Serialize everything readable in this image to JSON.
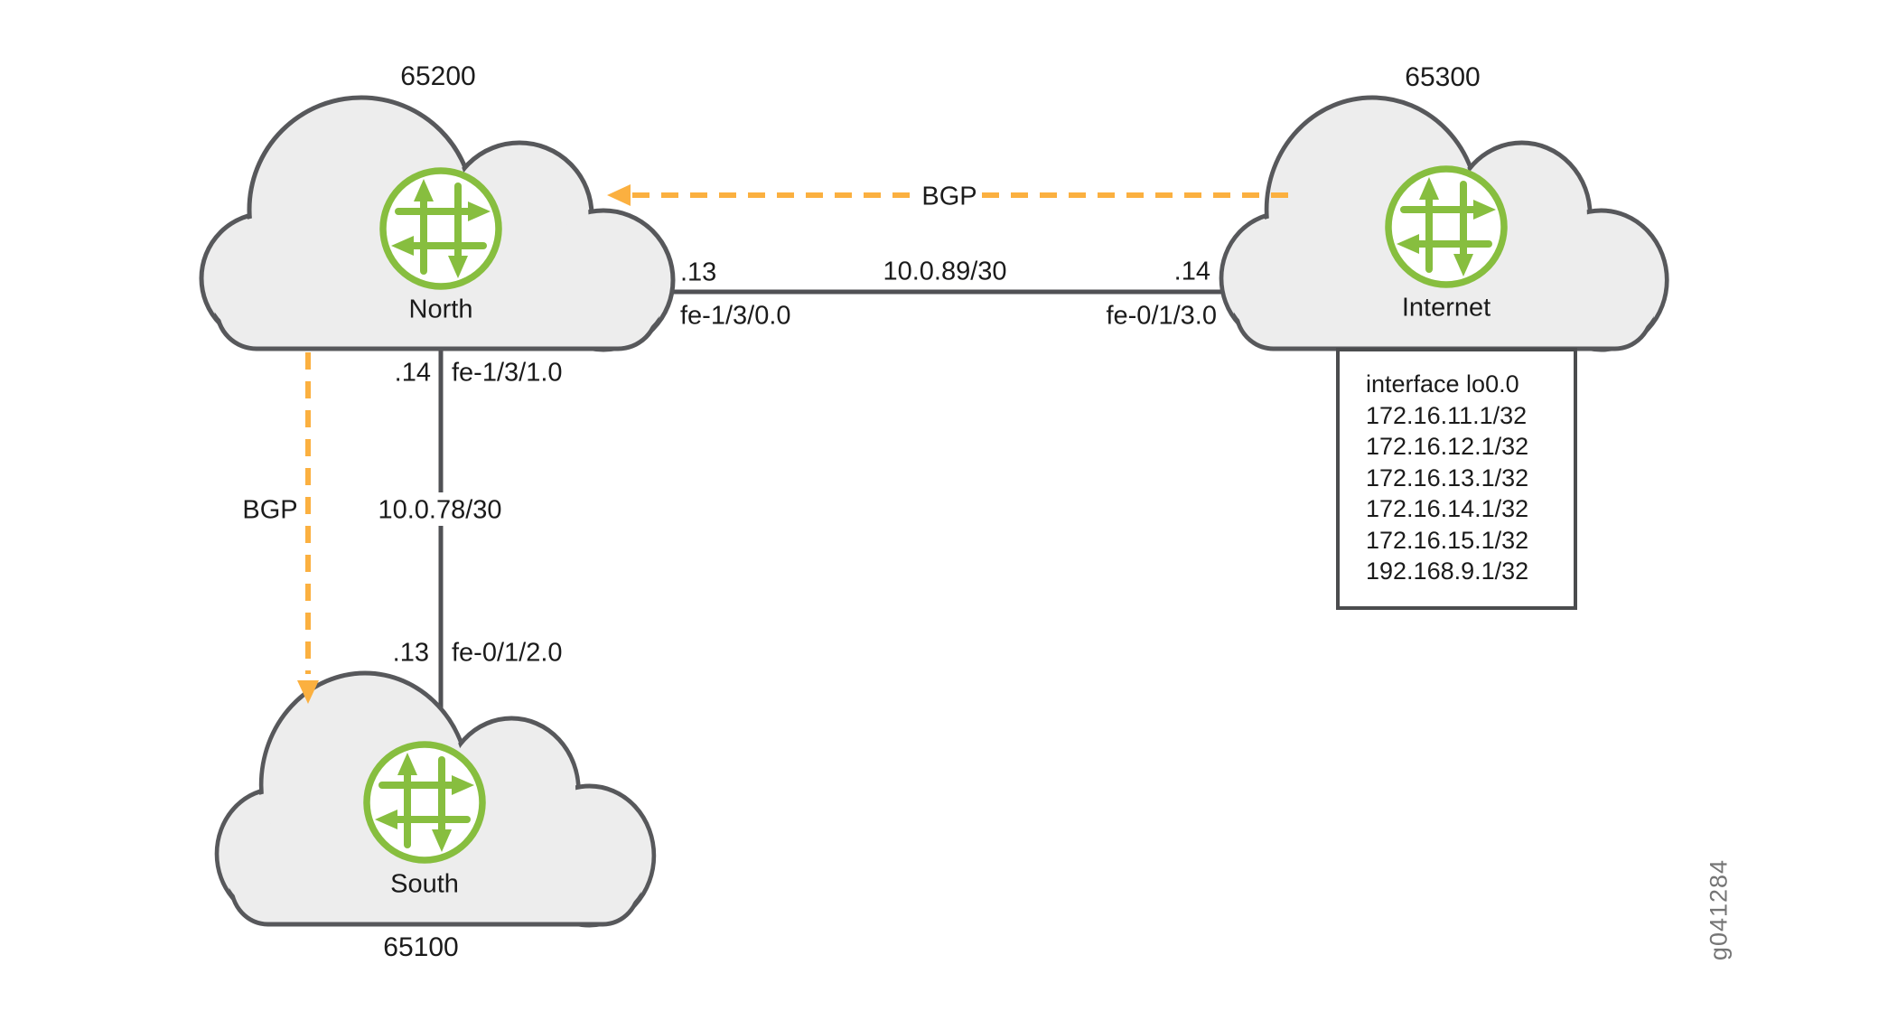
{
  "clouds": [
    {
      "name": "North",
      "as_number": "65200",
      "icon": "juniper-router-icon"
    },
    {
      "name": "Internet",
      "as_number": "65300",
      "icon": "juniper-router-icon"
    },
    {
      "name": "South",
      "as_number": "65100",
      "icon": "juniper-router-icon"
    }
  ],
  "links": {
    "north_internet": {
      "subnet": "10.0.89/30",
      "north_ip": ".13",
      "north_interface": "fe-1/3/0.0",
      "internet_ip": ".14",
      "internet_interface": "fe-0/1/3.0"
    },
    "north_south": {
      "subnet": "10.0.78/30",
      "north_ip": ".14",
      "north_interface": "fe-1/3/1.0",
      "south_ip": ".13",
      "south_interface": "fe-0/1/2.0"
    }
  },
  "bgp": {
    "north_internet_label": "BGP",
    "north_south_label": "BGP"
  },
  "loopback_box": {
    "title": "interface lo0.0",
    "addresses": [
      "172.16.11.1/32",
      "172.16.12.1/32",
      "172.16.13.1/32",
      "172.16.14.1/32",
      "172.16.15.1/32",
      "192.168.9.1/32"
    ]
  },
  "watermark": "g041284",
  "colors": {
    "juniper_green": "#87BE3F",
    "bgp_orange": "#FBB040",
    "cloud_fill": "#EDEDED",
    "cloud_stroke": "#57585B",
    "link_line": "#505155",
    "text": "#1B1B1B",
    "watermark_gray": "#757575"
  }
}
